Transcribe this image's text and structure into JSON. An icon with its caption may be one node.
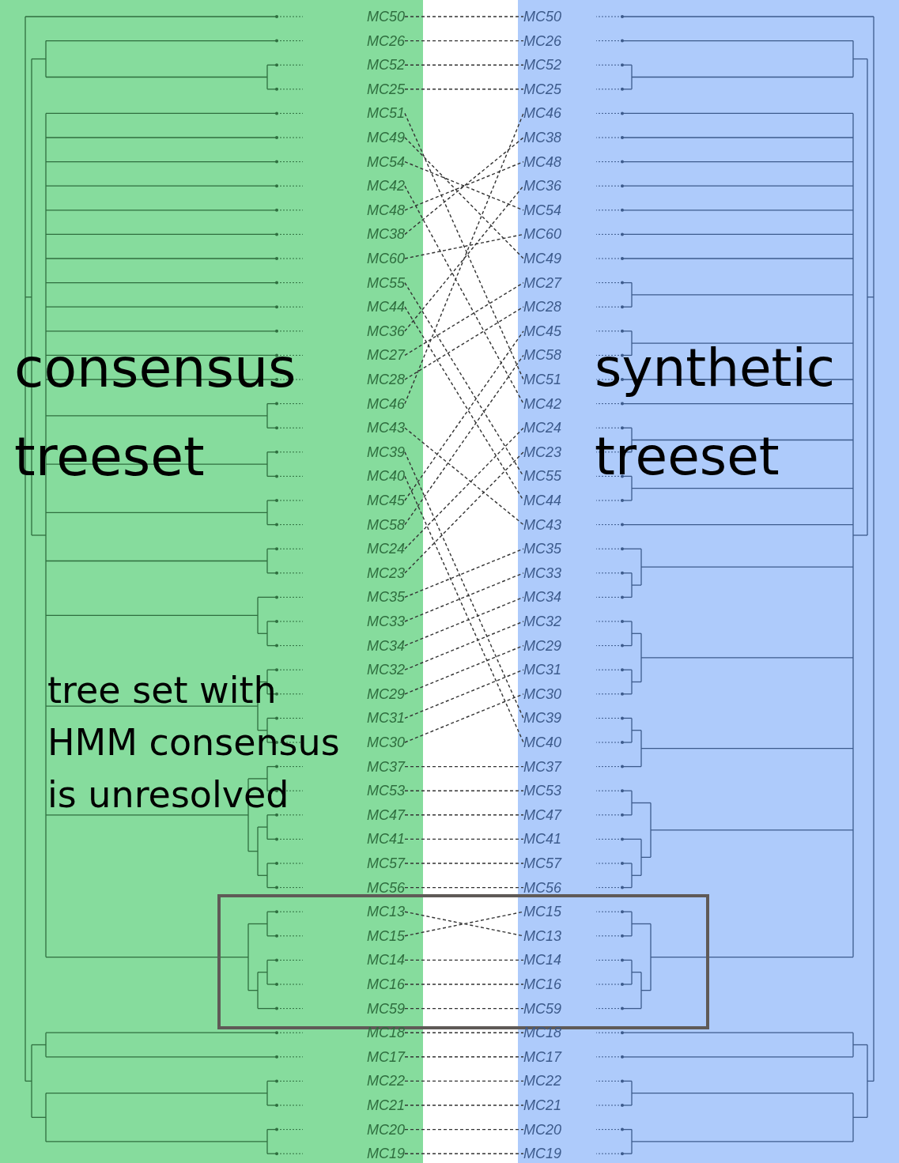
{
  "diagram": {
    "nodes": [
      {
        "text": [
          "MC50"
        ]
      },
      {
        "text": [
          "MC26"
        ]
      },
      {
        "text": [
          "MC52"
        ]
      },
      {
        "text": [
          "MC25"
        ]
      },
      {
        "text": [
          "MC51"
        ]
      },
      {
        "text": [
          "MC49"
        ]
      },
      {
        "text": [
          "MC54"
        ]
      },
      {
        "text": [
          "MC42"
        ]
      },
      {
        "text": [
          "MC48"
        ]
      },
      {
        "text": [
          "MC38"
        ]
      },
      {
        "text": [
          "MC60"
        ]
      },
      {
        "text": [
          "MC55"
        ]
      },
      {
        "text": [
          "MC44"
        ]
      },
      {
        "text": [
          "MC36"
        ]
      },
      {
        "text": [
          "MC27"
        ]
      },
      {
        "text": [
          "MC28"
        ]
      },
      {
        "text": [
          "MC46"
        ]
      },
      {
        "text": [
          "MC43"
        ]
      },
      {
        "text": [
          "MC39"
        ]
      },
      {
        "text": [
          "MC40"
        ]
      },
      {
        "text": [
          "MC45"
        ]
      },
      {
        "text": [
          "MC58"
        ]
      },
      {
        "text": [
          "MC24"
        ]
      },
      {
        "text": [
          "MC23"
        ]
      },
      {
        "text": [
          "MC35"
        ]
      },
      {
        "text": [
          "MC33"
        ]
      },
      {
        "text": [
          "MC34"
        ]
      },
      {
        "text": [
          "MC32"
        ]
      },
      {
        "text": [
          "MC29"
        ]
      },
      {
        "text": [
          "MC31"
        ]
      },
      {
        "text": [
          "MC30"
        ]
      },
      {
        "text": [
          "MC37"
        ]
      },
      {
        "text": [
          "MC53"
        ]
      },
      {
        "text": [
          "MC47"
        ]
      },
      {
        "text": [
          "MC41"
        ]
      },
      {
        "text": [
          "MC57"
        ]
      },
      {
        "text": [
          "MC56"
        ]
      },
      {
        "text": [
          "MC13"
        ]
      },
      {
        "text": [
          "MC15"
        ]
      },
      {
        "text": [
          "MC14"
        ]
      },
      {
        "text": [
          "MC16"
        ]
      },
      {
        "text": [
          "MC59"
        ]
      },
      {
        "text": [
          "MC18"
        ]
      },
      {
        "text": [
          "MC17"
        ]
      },
      {
        "text": [
          "MC22"
        ]
      },
      {
        "text": [
          "MC21"
        ]
      },
      {
        "text": [
          "MC20"
        ]
      },
      {
        "text": [
          "MC19"
        ]
      },
      {
        "text": [
          "MC50"
        ]
      },
      {
        "text": [
          "MC26"
        ]
      },
      {
        "text": [
          "MC52"
        ]
      },
      {
        "text": [
          "MC25"
        ]
      },
      {
        "text": [
          "MC46"
        ]
      },
      {
        "text": [
          "MC38"
        ]
      },
      {
        "text": [
          "MC48"
        ]
      },
      {
        "text": [
          "MC36"
        ]
      },
      {
        "text": [
          "MC54"
        ]
      },
      {
        "text": [
          "MC60"
        ]
      },
      {
        "text": [
          "MC49"
        ]
      },
      {
        "text": [
          "MC27"
        ]
      },
      {
        "text": [
          "MC28"
        ]
      },
      {
        "text": [
          "MC45"
        ]
      },
      {
        "text": [
          "MC58"
        ]
      },
      {
        "text": [
          "MC51"
        ]
      },
      {
        "text": [
          "MC42"
        ]
      },
      {
        "text": [
          "MC24"
        ]
      },
      {
        "text": [
          "MC23"
        ]
      },
      {
        "text": [
          "MC55"
        ]
      },
      {
        "text": [
          "MC44"
        ]
      },
      {
        "text": [
          "MC43"
        ]
      },
      {
        "text": [
          "MC35"
        ]
      },
      {
        "text": [
          "MC33"
        ]
      },
      {
        "text": [
          "MC34"
        ]
      },
      {
        "text": [
          "MC32"
        ]
      },
      {
        "text": [
          "MC29"
        ]
      },
      {
        "text": [
          "MC31"
        ]
      },
      {
        "text": [
          "MC30"
        ]
      },
      {
        "text": [
          "MC39"
        ]
      },
      {
        "text": [
          "MC40"
        ]
      },
      {
        "text": [
          "MC37"
        ]
      },
      {
        "text": [
          "MC53"
        ]
      },
      {
        "text": [
          "MC47"
        ]
      },
      {
        "text": [
          "MC41"
        ]
      },
      {
        "text": [
          "MC57"
        ]
      },
      {
        "text": [
          "MC56"
        ]
      },
      {
        "text": [
          "MC15"
        ]
      },
      {
        "text": [
          "MC13"
        ]
      },
      {
        "text": [
          "MC14"
        ]
      },
      {
        "text": [
          "MC16"
        ]
      },
      {
        "text": [
          "MC59"
        ]
      },
      {
        "text": [
          "MC18"
        ]
      },
      {
        "text": [
          "MC17"
        ]
      },
      {
        "text": [
          "MC22"
        ]
      },
      {
        "text": [
          "MC21"
        ]
      },
      {
        "text": [
          "MC20"
        ]
      },
      {
        "text": [
          "MC19"
        ]
      }
    ],
    "edges": [
      {
        "from": 0,
        "to": 48,
        "arrow": "none",
        "style": "dashed"
      },
      {
        "from": 1,
        "to": 49,
        "arrow": "none",
        "style": "dashed"
      },
      {
        "from": 2,
        "to": 50,
        "arrow": "none",
        "style": "dashed"
      },
      {
        "from": 3,
        "to": 51,
        "arrow": "none",
        "style": "dashed"
      },
      {
        "from": 4,
        "to": 63,
        "arrow": "none",
        "style": "dashed"
      },
      {
        "from": 5,
        "to": 58,
        "arrow": "none",
        "style": "dashed"
      },
      {
        "from": 6,
        "to": 56,
        "arrow": "none",
        "style": "dashed"
      },
      {
        "from": 7,
        "to": 64,
        "arrow": "none",
        "style": "dashed"
      },
      {
        "from": 8,
        "to": 54,
        "arrow": "none",
        "style": "dashed"
      },
      {
        "from": 9,
        "to": 53,
        "arrow": "none",
        "style": "dashed"
      },
      {
        "from": 10,
        "to": 57,
        "arrow": "none",
        "style": "dashed"
      },
      {
        "from": 11,
        "to": 67,
        "arrow": "none",
        "style": "dashed"
      },
      {
        "from": 12,
        "to": 68,
        "arrow": "none",
        "style": "dashed"
      },
      {
        "from": 13,
        "to": 55,
        "arrow": "none",
        "style": "dashed"
      },
      {
        "from": 14,
        "to": 59,
        "arrow": "none",
        "style": "dashed"
      },
      {
        "from": 15,
        "to": 60,
        "arrow": "none",
        "style": "dashed"
      },
      {
        "from": 16,
        "to": 52,
        "arrow": "none",
        "style": "dashed"
      },
      {
        "from": 17,
        "to": 69,
        "arrow": "none",
        "style": "dashed"
      },
      {
        "from": 18,
        "to": 77,
        "arrow": "none",
        "style": "dashed"
      },
      {
        "from": 19,
        "to": 78,
        "arrow": "none",
        "style": "dashed"
      },
      {
        "from": 20,
        "to": 61,
        "arrow": "none",
        "style": "dashed"
      },
      {
        "from": 21,
        "to": 62,
        "arrow": "none",
        "style": "dashed"
      },
      {
        "from": 22,
        "to": 65,
        "arrow": "none",
        "style": "dashed"
      },
      {
        "from": 23,
        "to": 66,
        "arrow": "none",
        "style": "dashed"
      },
      {
        "from": 24,
        "to": 70,
        "arrow": "none",
        "style": "dashed"
      },
      {
        "from": 25,
        "to": 71,
        "arrow": "none",
        "style": "dashed"
      },
      {
        "from": 26,
        "to": 72,
        "arrow": "none",
        "style": "dashed"
      },
      {
        "from": 27,
        "to": 73,
        "arrow": "none",
        "style": "dashed"
      },
      {
        "from": 28,
        "to": 74,
        "arrow": "none",
        "style": "dashed"
      },
      {
        "from": 29,
        "to": 75,
        "arrow": "none",
        "style": "dashed"
      },
      {
        "from": 30,
        "to": 76,
        "arrow": "none",
        "style": "dashed"
      },
      {
        "from": 31,
        "to": 79,
        "arrow": "none",
        "style": "dashed"
      },
      {
        "from": 32,
        "to": 80,
        "arrow": "none",
        "style": "dashed"
      },
      {
        "from": 33,
        "to": 81,
        "arrow": "none",
        "style": "dashed"
      },
      {
        "from": 34,
        "to": 82,
        "arrow": "none",
        "style": "dashed"
      },
      {
        "from": 35,
        "to": 83,
        "arrow": "none",
        "style": "dashed"
      },
      {
        "from": 36,
        "to": 84,
        "arrow": "none",
        "style": "dashed"
      },
      {
        "from": 37,
        "to": 86,
        "arrow": "none",
        "style": "dashed"
      },
      {
        "from": 38,
        "to": 85,
        "arrow": "none",
        "style": "dashed"
      },
      {
        "from": 39,
        "to": 87,
        "arrow": "none",
        "style": "dashed"
      },
      {
        "from": 40,
        "to": 88,
        "arrow": "none",
        "style": "dashed"
      },
      {
        "from": 41,
        "to": 89,
        "arrow": "none",
        "style": "dashed"
      },
      {
        "from": 42,
        "to": 90,
        "arrow": "none",
        "style": "dashed"
      },
      {
        "from": 43,
        "to": 91,
        "arrow": "none",
        "style": "dashed"
      },
      {
        "from": 44,
        "to": 92,
        "arrow": "none",
        "style": "dashed"
      },
      {
        "from": 45,
        "to": 93,
        "arrow": "none",
        "style": "dashed"
      },
      {
        "from": 46,
        "to": 94,
        "arrow": "none",
        "style": "dashed"
      },
      {
        "from": 47,
        "to": 95,
        "arrow": "none",
        "style": "dashed"
      }
    ],
    "labels": [
      "consensus treeset",
      "synthetic treeset",
      "tree set with HMM consensus is unresolved"
    ]
  }
}
